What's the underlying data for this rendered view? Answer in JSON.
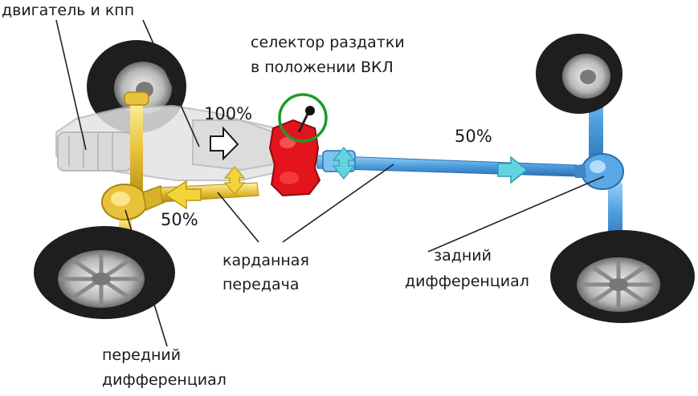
{
  "labels": {
    "engine": "двигатель и кпп",
    "selector_line1": "селектор раздатки",
    "selector_line2": "в положении ВКЛ",
    "driveshaft_line1": "карданная",
    "driveshaft_line2": "передача",
    "front_diff_line1": "передний",
    "front_diff_line2": "дифференциал",
    "rear_diff_line1": "задний",
    "rear_diff_line2": "дифференциал"
  },
  "percentages": {
    "total": "100%",
    "rear": "50%",
    "front": "50%"
  },
  "colors": {
    "front_axle": "#e8c23a",
    "rear_axle": "#5aa9e6",
    "transfer_case": "#e3141c",
    "selector_circle": "#1d9a2a",
    "rear_arrow": "#63d3e0",
    "front_arrow": "#f2d43a",
    "engine": "#dcdcdc",
    "tire": "#1e1e1e"
  },
  "icons": {
    "selector_highlight": "circle-outline-icon",
    "power_arrow": "arrow-right-icon"
  }
}
